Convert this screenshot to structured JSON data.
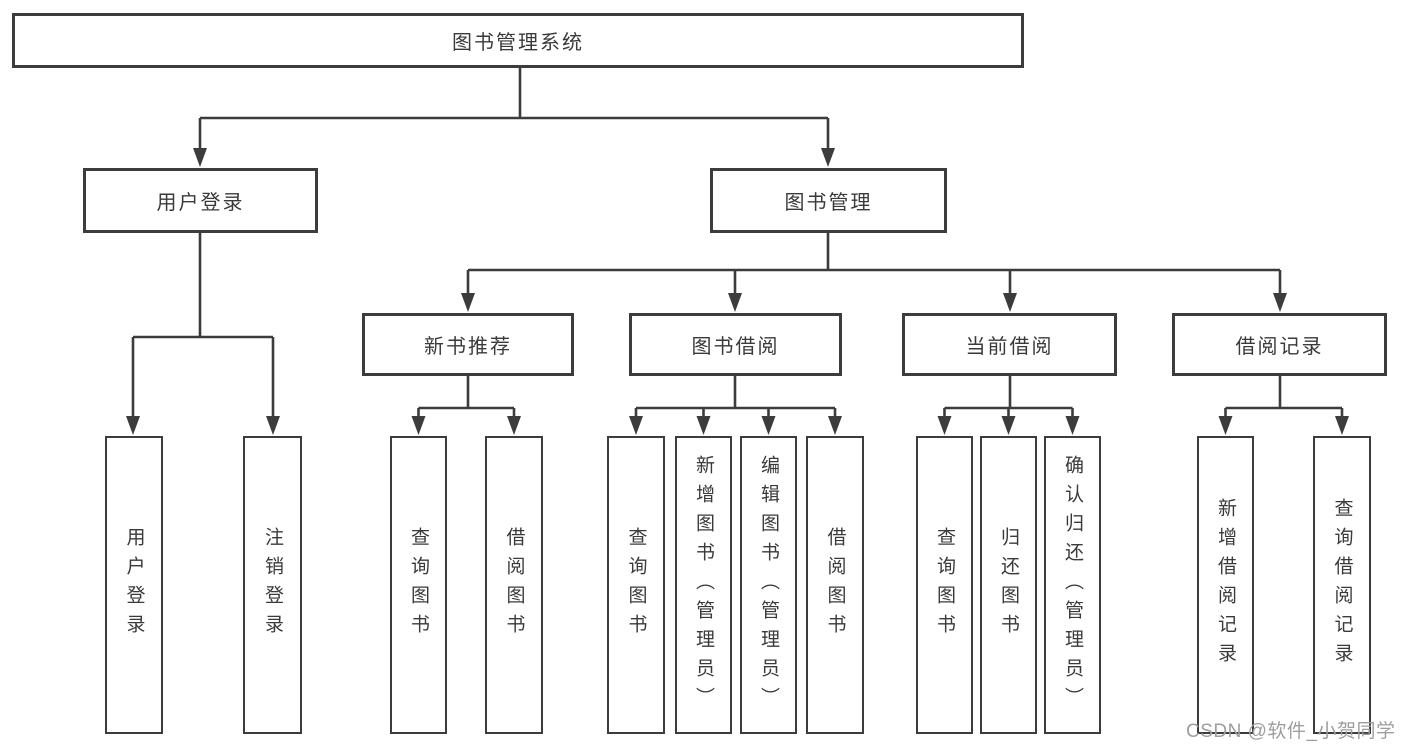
{
  "diagram": {
    "root": {
      "label": "图书管理系统"
    },
    "level2": [
      {
        "id": "user-login",
        "label": "用户登录"
      },
      {
        "id": "book-management",
        "label": "图书管理"
      }
    ],
    "level3": [
      {
        "id": "new-book-recommend",
        "label": "新书推荐"
      },
      {
        "id": "book-borrow",
        "label": "图书借阅"
      },
      {
        "id": "current-borrow",
        "label": "当前借阅"
      },
      {
        "id": "borrow-record",
        "label": "借阅记录"
      }
    ],
    "leaves": [
      {
        "id": "user-login",
        "label": "用户登录"
      },
      {
        "id": "logout",
        "label": "注销登录"
      },
      {
        "id": "query-books-recommend",
        "label": "查询图书"
      },
      {
        "id": "borrow-books-recommend",
        "label": "借阅图书"
      },
      {
        "id": "query-books-borrow",
        "label": "查询图书"
      },
      {
        "id": "add-books-admin",
        "label": "新增图书（管理员）"
      },
      {
        "id": "edit-books-admin",
        "label": "编辑图书（管理员）"
      },
      {
        "id": "borrow-books-borrow",
        "label": "借阅图书"
      },
      {
        "id": "query-books-current",
        "label": "查询图书"
      },
      {
        "id": "return-books",
        "label": "归还图书"
      },
      {
        "id": "confirm-return-admin",
        "label": "确认归还（管理员）"
      },
      {
        "id": "add-borrow-record",
        "label": "新增借阅记录"
      },
      {
        "id": "query-borrow-record",
        "label": "查询借阅记录"
      }
    ]
  },
  "watermark": {
    "text": "CSDN @软件_小贺同学"
  },
  "colors": {
    "line": "#3c3c3c",
    "text": "#3a3a3a",
    "watermark": "#9e9e9e",
    "background": "#ffffff"
  }
}
